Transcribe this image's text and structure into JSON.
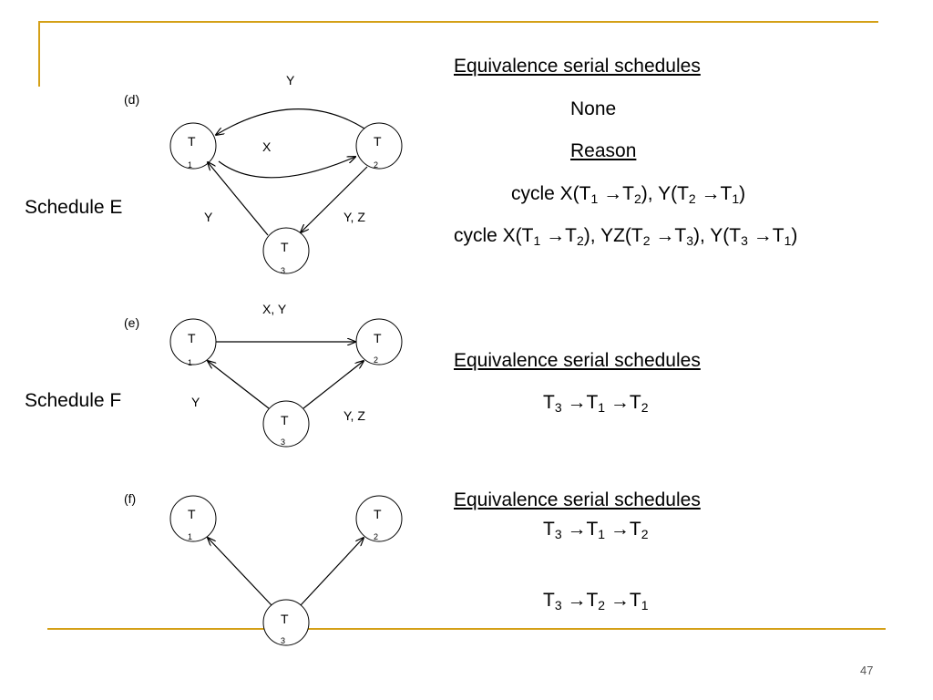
{
  "theme": {
    "accent": "#d4a017"
  },
  "slide": {
    "page_number": "47"
  },
  "schedule_e": {
    "tag": "(d)",
    "name": "Schedule E",
    "heading": "Equivalence serial schedules",
    "none": "None",
    "reason": "Reason",
    "cycle1": [
      {
        "t": "cycle X(T"
      },
      {
        "s": "1"
      },
      {
        "t": " →T"
      },
      {
        "s": "2"
      },
      {
        "t": "), Y(T"
      },
      {
        "s": "2"
      },
      {
        "t": " →T"
      },
      {
        "s": "1"
      },
      {
        "t": ")"
      }
    ],
    "cycle2": [
      {
        "t": "cycle X(T"
      },
      {
        "s": "1"
      },
      {
        "t": " →T"
      },
      {
        "s": "2"
      },
      {
        "t": "), YZ(T"
      },
      {
        "s": "2"
      },
      {
        "t": " →T"
      },
      {
        "s": "3"
      },
      {
        "t": "), Y(T"
      },
      {
        "s": "3"
      },
      {
        "t": " →T"
      },
      {
        "s": "1"
      },
      {
        "t": ")"
      }
    ],
    "edge_labels": {
      "t2_t1_top": "Y",
      "t1_t2_mid": "X",
      "t3_t1": "Y",
      "t2_t3": "Y, Z"
    }
  },
  "schedule_f": {
    "tag": "(e)",
    "name": "Schedule F",
    "heading": "Equivalence serial schedules",
    "order": [
      {
        "t": "T"
      },
      {
        "s": "3"
      },
      {
        "t": " →T"
      },
      {
        "s": "1"
      },
      {
        "t": " →T"
      },
      {
        "s": "2"
      }
    ],
    "edge_labels": {
      "t1_t2": "X, Y",
      "t3_t1": "Y",
      "t3_t2": "Y, Z"
    }
  },
  "schedule_g": {
    "tag": "(f)",
    "heading": "Equivalence serial schedules",
    "order1": [
      {
        "t": "T"
      },
      {
        "s": "3"
      },
      {
        "t": " →T"
      },
      {
        "s": "1"
      },
      {
        "t": " →T"
      },
      {
        "s": "2"
      }
    ],
    "order2": [
      {
        "t": "T"
      },
      {
        "s": "3"
      },
      {
        "t": " →T"
      },
      {
        "s": "2"
      },
      {
        "t": " →T"
      },
      {
        "s": "1"
      }
    ]
  },
  "nodes": {
    "t1": {
      "letter": "T",
      "sub": "1"
    },
    "t2": {
      "letter": "T",
      "sub": "2"
    },
    "t3": {
      "letter": "T",
      "sub": "3"
    }
  }
}
